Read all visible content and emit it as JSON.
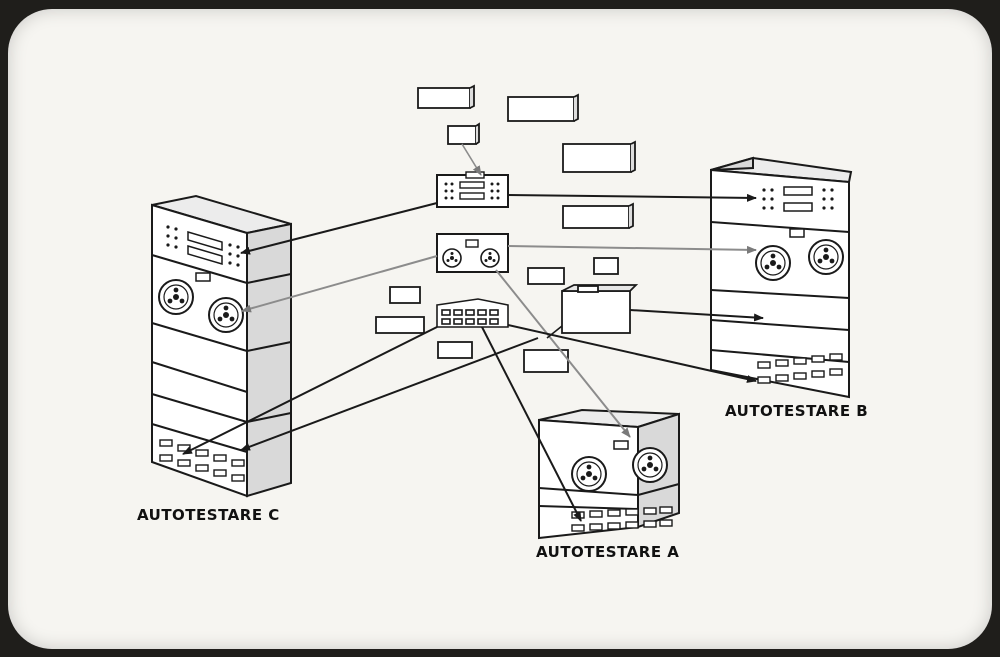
{
  "labels": {
    "autotestare_c": "AUTOTESTARE C",
    "autotestare_a": "AUTOTESTARE A",
    "autotestare_b": "AUTOTESTARE B"
  },
  "colors": {
    "ink": "#1a1a1a",
    "grey_line": "#8c8c8c",
    "paper": "#f6f5f1",
    "frame": "#1f1e1b"
  }
}
